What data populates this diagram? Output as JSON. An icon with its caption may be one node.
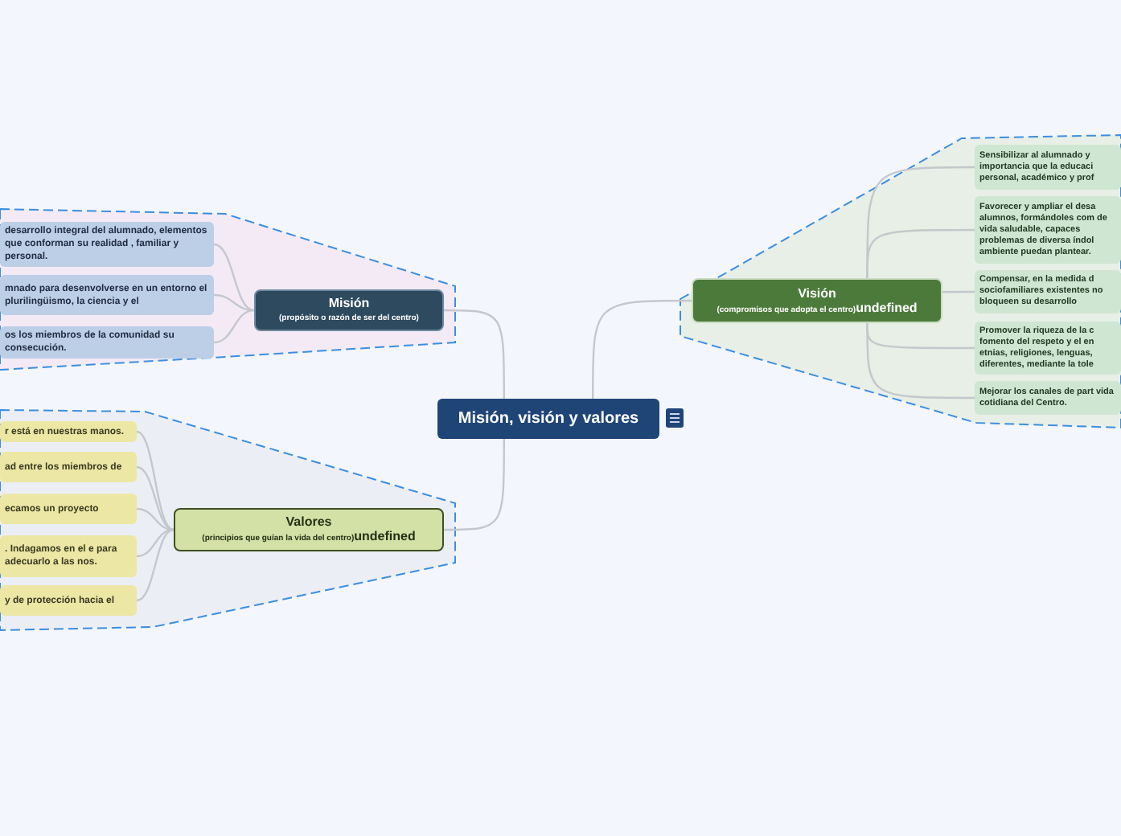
{
  "diagram": {
    "nodes": [
      {
        "text": [
          "Misión, visión y valores"
        ]
      },
      {
        "text": [
          "Misión",
          "(propósito o razón de ser del centro)"
        ]
      },
      {
        "text": [
          "desarrollo integral del alumnado, elementos que conforman su realidad , familiar y personal."
        ]
      },
      {
        "text": [
          "mnado para desenvolverse en un entorno el plurilingüismo, la ciencia y el"
        ]
      },
      {
        "text": [
          "os los miembros de la comunidad su consecución."
        ]
      },
      {
        "text": [
          "Valores",
          "(principios que guían la vida del centro)",
          "undefined"
        ]
      },
      {
        "text": [
          "r está en nuestras manos."
        ]
      },
      {
        "text": [
          "ad entre los miembros de"
        ]
      },
      {
        "text": [
          "ecamos un proyecto"
        ]
      },
      {
        "text": [
          ". Indagamos en el e para adecuarlo a las nos."
        ]
      },
      {
        "text": [
          "y de protección hacia el"
        ]
      },
      {
        "text": [
          "Visión",
          "(compromisos que adopta el centro)",
          "undefined"
        ]
      },
      {
        "text": [
          "Sensibilizar al alumnado y importancia que la educaci personal, académico y prof"
        ]
      },
      {
        "text": [
          "Favorecer y ampliar el desa alumnos, formándoles com de vida saludable, capaces problemas de diversa índol ambiente puedan plantear."
        ]
      },
      {
        "text": [
          "Compensar, en la medida d sociofamiliares existentes no bloqueen su desarrollo"
        ]
      },
      {
        "text": [
          "Promover la riqueza de la c fomento del respeto y el en etnias, religiones, lenguas, diferentes, mediante la tole"
        ]
      },
      {
        "text": [
          "Mejorar los canales de part vida cotidiana del Centro."
        ]
      }
    ],
    "edges": [
      {
        "from": 0,
        "to": 1,
        "arrow": "none"
      },
      {
        "from": 0,
        "to": 5,
        "arrow": "none"
      },
      {
        "from": 0,
        "to": 11,
        "arrow": "none"
      },
      {
        "from": 1,
        "to": 2,
        "arrow": "none"
      },
      {
        "from": 1,
        "to": 3,
        "arrow": "none"
      },
      {
        "from": 1,
        "to": 4,
        "arrow": "none"
      },
      {
        "from": 5,
        "to": 6,
        "arrow": "none"
      },
      {
        "from": 5,
        "to": 7,
        "arrow": "none"
      },
      {
        "from": 5,
        "to": 8,
        "arrow": "none"
      },
      {
        "from": 5,
        "to": 9,
        "arrow": "none"
      },
      {
        "from": 5,
        "to": 10,
        "arrow": "none"
      },
      {
        "from": 11,
        "to": 12,
        "arrow": "none"
      },
      {
        "from": 11,
        "to": 13,
        "arrow": "none"
      },
      {
        "from": 11,
        "to": 14,
        "arrow": "none"
      },
      {
        "from": 11,
        "to": 15,
        "arrow": "none"
      },
      {
        "from": 11,
        "to": 16,
        "arrow": "none"
      }
    ]
  }
}
